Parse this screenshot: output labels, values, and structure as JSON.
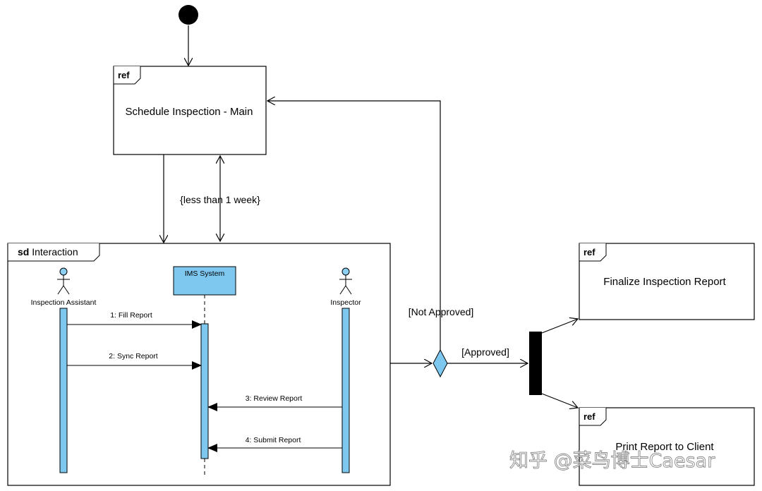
{
  "diagram": {
    "start_node": "initial-node",
    "frames": {
      "schedule": {
        "tag": "ref",
        "label": "Schedule Inspection - Main"
      },
      "interaction": {
        "tag_bold": "sd",
        "tag_rest": " Interaction"
      },
      "finalize": {
        "tag": "ref",
        "label": "Finalize Inspection Report"
      },
      "print": {
        "tag": "ref",
        "label": "Print Report to Client"
      }
    },
    "constraint": "{less than 1 week}",
    "guards": {
      "not_approved": "[Not Approved]",
      "approved": "[Approved]"
    },
    "lifelines": {
      "assistant": "Inspection Assistant",
      "system": "IMS System",
      "inspector": "Inspector"
    },
    "messages": [
      {
        "label": "1: Fill Report"
      },
      {
        "label": "2: Sync Report"
      },
      {
        "label": "3: Review  Report"
      },
      {
        "label": "4: Submit Report"
      }
    ],
    "colors": {
      "lifeline_fill": "#7ec8f0",
      "actor_fill": "#8ccff2",
      "decision_fill": "#7ec8f0",
      "fork_fill": "#000000"
    },
    "watermark": "知乎 @菜鸟博士Caesar"
  }
}
